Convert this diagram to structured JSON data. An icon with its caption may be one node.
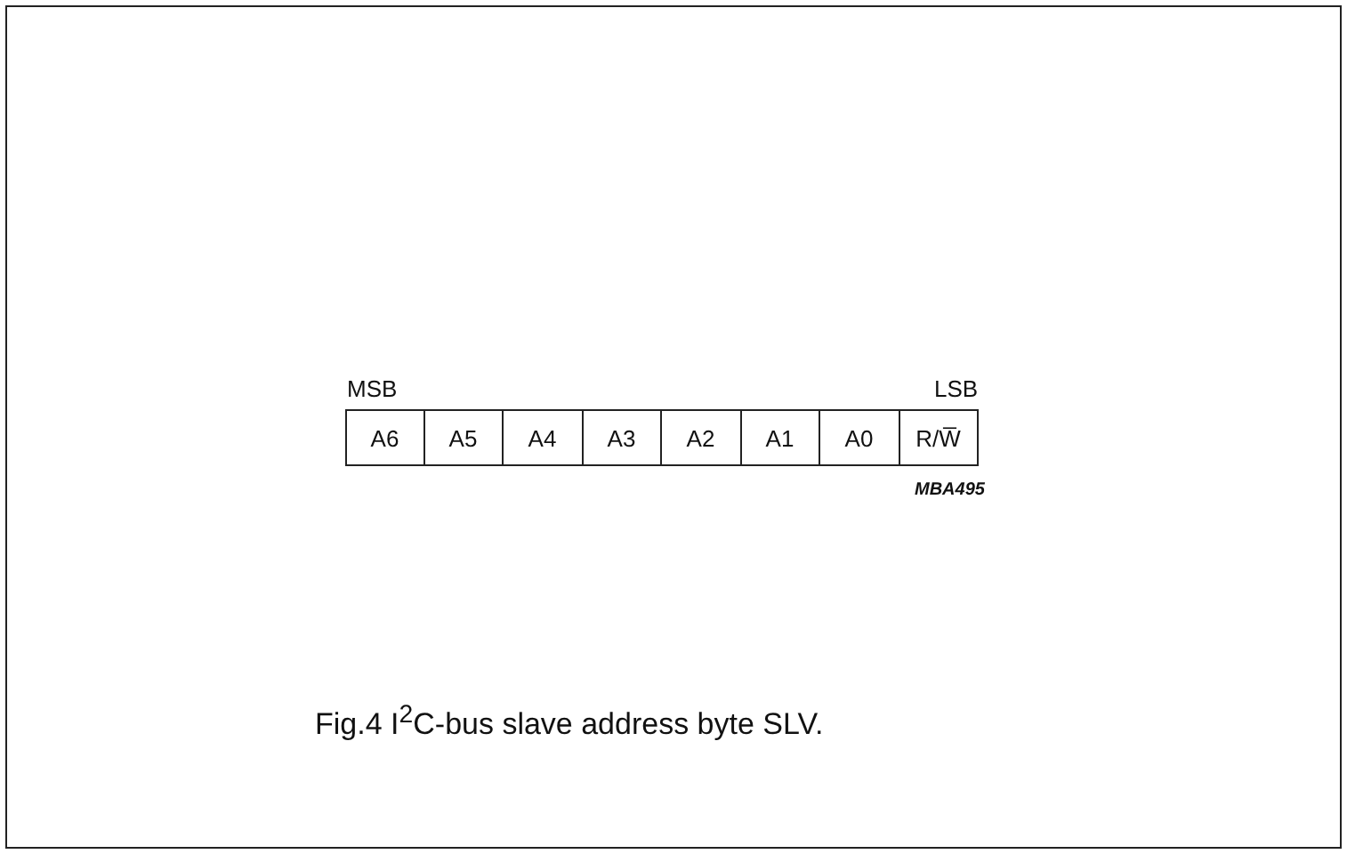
{
  "diagram": {
    "caption": "Fig.4 I$^{2}$C-bus slave address byte SLV.",
    "nodes": [
      {
        "text": [
          "A6"
        ]
      },
      {
        "text": [
          "A5"
        ]
      },
      {
        "text": [
          "A4"
        ]
      },
      {
        "text": [
          "A3"
        ]
      },
      {
        "text": [
          "A2"
        ]
      },
      {
        "text": [
          "A1"
        ]
      },
      {
        "text": [
          "A0"
        ]
      },
      {
        "text": [
          "R/W̅"
        ]
      }
    ],
    "labels": [
      "MSB",
      "LSB",
      "MBA495"
    ]
  }
}
